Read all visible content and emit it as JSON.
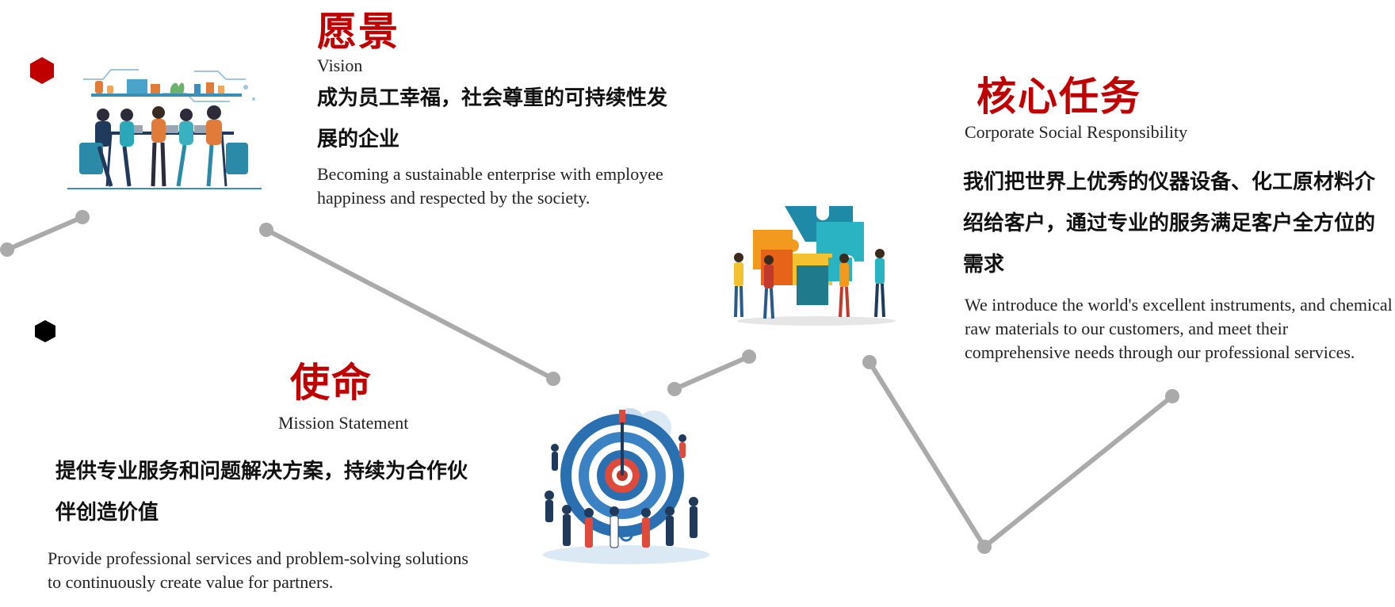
{
  "colors": {
    "accent": "#c00000",
    "line": "#aaaaaa",
    "dark": "#000000"
  },
  "vision": {
    "title": "愿景",
    "subtitle": "Vision",
    "cn": "成为员工幸福，社会尊重的可持续性发展的企业",
    "en": "Becoming a sustainable enterprise with employee happiness and respected by the society."
  },
  "mission": {
    "title": "使命",
    "subtitle": "Mission Statement",
    "cn": "提供专业服务和问题解决方案，持续为合作伙伴创造价值",
    "en": "Provide professional services and problem-solving solutions to continuously create value for partners."
  },
  "core": {
    "title": "核心任务",
    "subtitle": "Corporate Social Responsibility",
    "cn": "我们把世界上优秀的仪器设备、化工原材料介绍给客户，通过专业的服务满足客户全方位的需求",
    "en": "We introduce the world's excellent instruments, and chemical raw materials to our customers, and meet their comprehensive needs through our professional services."
  },
  "icons": {
    "vision_illustration": "team-meeting-illustration",
    "mission_illustration": "target-goal-illustration",
    "core_illustration": "puzzle-teamwork-illustration",
    "hexagon_red": "hexagon-icon",
    "hexagon_black": "hexagon-icon"
  }
}
